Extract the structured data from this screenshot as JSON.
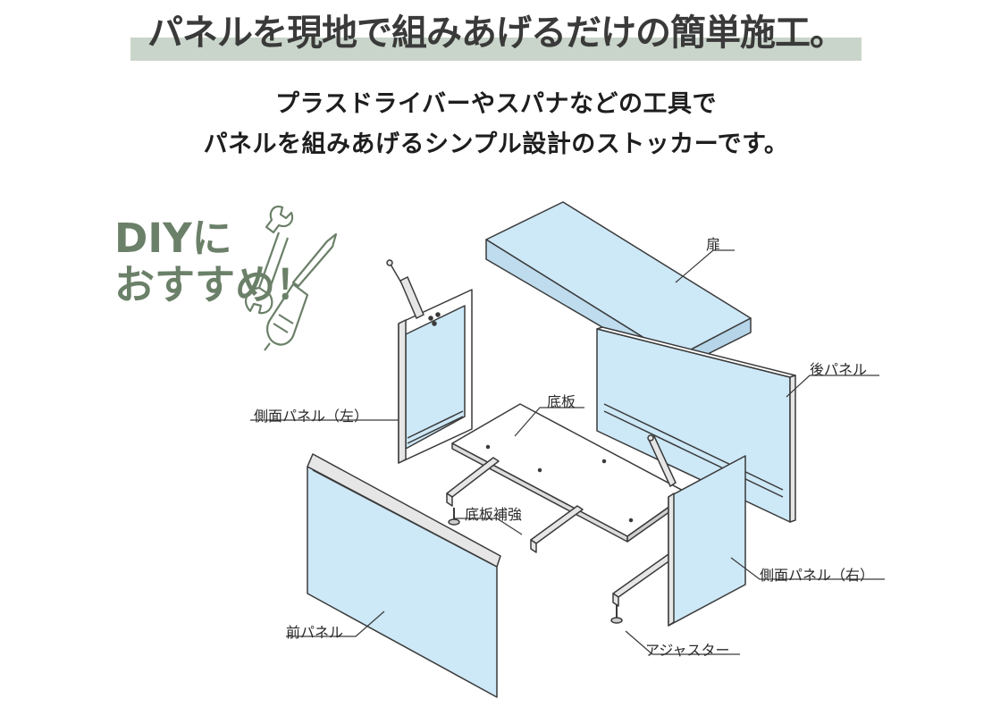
{
  "headline": "パネルを現地で組みあげるだけの簡単施工。",
  "intro": {
    "line1": "プラスドライバーやスパナなどの工具で",
    "line2": "パネルを組みあげるシンプル設計のストッカーです。"
  },
  "badge": {
    "line1": "DIYに",
    "line2": "おすすめ！"
  },
  "labels": {
    "door": "扉",
    "back_panel": "後パネル",
    "bottom_board": "底板",
    "side_panel_left": "側面パネル（左）",
    "bottom_reinforcement": "底板補強",
    "side_panel_right": "側面パネル（右）",
    "front_panel": "前パネル",
    "adjuster": "アジャスター"
  },
  "colors": {
    "panel_fill": "#cde8f7",
    "outline": "#3a3a3a",
    "accent_green": "#6b8068",
    "headline_bar": "#c9d5ca"
  },
  "icons": [
    "wrench-icon",
    "screwdriver-icon"
  ]
}
